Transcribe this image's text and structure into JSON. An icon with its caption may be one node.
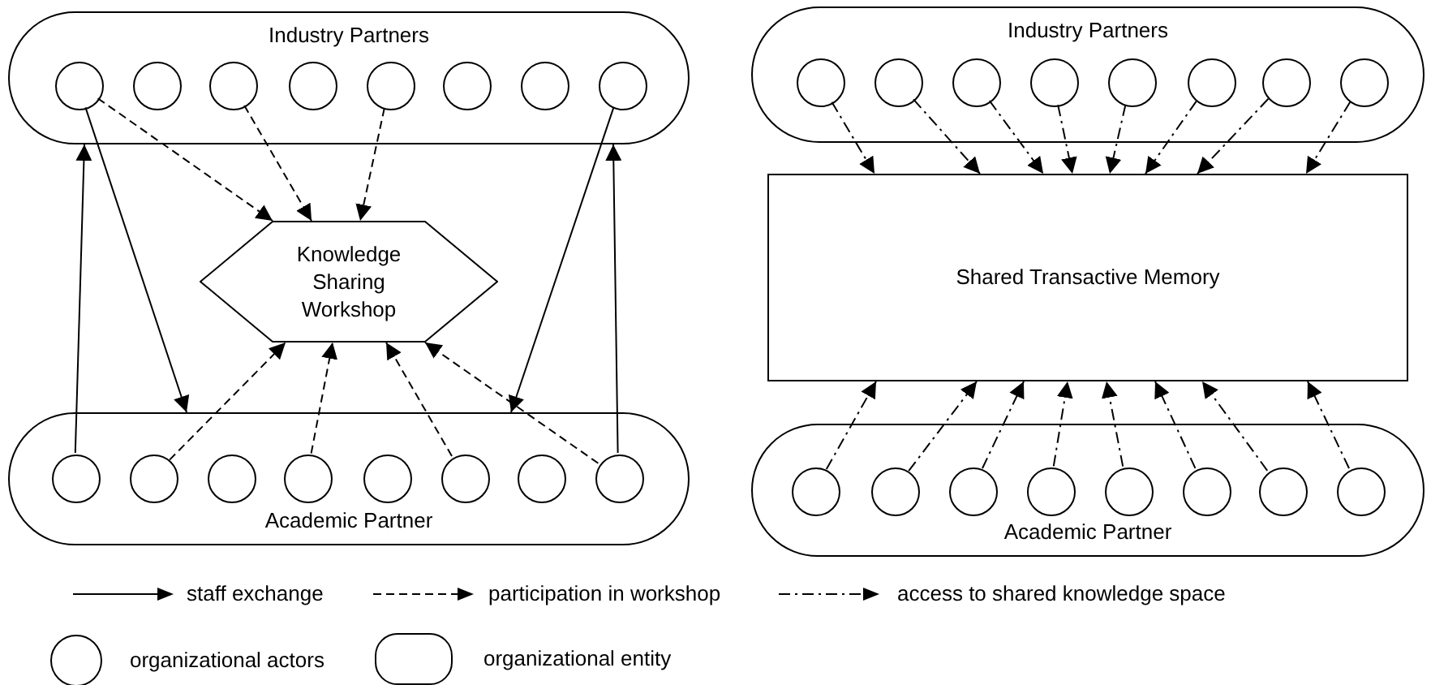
{
  "diagram": {
    "nodes": [
      {
        "text": [
          "Industry Partners"
        ]
      },
      {
        "text": [],
        "shape": "circle",
        "in": 0
      },
      {
        "text": [],
        "shape": "circle",
        "in": 0
      },
      {
        "text": [],
        "shape": "circle",
        "in": 0
      },
      {
        "text": [],
        "shape": "circle",
        "in": 0
      },
      {
        "text": [],
        "shape": "circle",
        "in": 0
      },
      {
        "text": [],
        "shape": "circle",
        "in": 0
      },
      {
        "text": [],
        "shape": "circle",
        "in": 0
      },
      {
        "text": [],
        "shape": "circle",
        "in": 0
      },
      {
        "text": [
          "Knowledge Sharing Workshop"
        ]
      },
      {
        "text": [
          "Academic Partner"
        ]
      },
      {
        "text": [],
        "shape": "circle",
        "in": 10
      },
      {
        "text": [],
        "shape": "circle",
        "in": 10
      },
      {
        "text": [],
        "shape": "circle",
        "in": 10
      },
      {
        "text": [],
        "shape": "circle",
        "in": 10
      },
      {
        "text": [],
        "shape": "circle",
        "in": 10
      },
      {
        "text": [],
        "shape": "circle",
        "in": 10
      },
      {
        "text": [],
        "shape": "circle",
        "in": 10
      },
      {
        "text": [],
        "shape": "circle",
        "in": 10
      },
      {
        "text": [
          "Industry Partners"
        ]
      },
      {
        "text": [],
        "shape": "circle",
        "in": 19
      },
      {
        "text": [],
        "shape": "circle",
        "in": 19
      },
      {
        "text": [],
        "shape": "circle",
        "in": 19
      },
      {
        "text": [],
        "shape": "circle",
        "in": 19
      },
      {
        "text": [],
        "shape": "circle",
        "in": 19
      },
      {
        "text": [],
        "shape": "circle",
        "in": 19
      },
      {
        "text": [],
        "shape": "circle",
        "in": 19
      },
      {
        "text": [],
        "shape": "circle",
        "in": 19
      },
      {
        "text": [
          "Shared Transactive Memory"
        ]
      },
      {
        "text": [
          "Academic Partner"
        ]
      },
      {
        "text": [],
        "shape": "circle",
        "in": 29
      },
      {
        "text": [],
        "shape": "circle",
        "in": 29
      },
      {
        "text": [],
        "shape": "circle",
        "in": 29
      },
      {
        "text": [],
        "shape": "circle",
        "in": 29
      },
      {
        "text": [],
        "shape": "circle",
        "in": 29
      },
      {
        "text": [],
        "shape": "circle",
        "in": 29
      },
      {
        "text": [],
        "shape": "circle",
        "in": 29
      },
      {
        "text": [],
        "shape": "circle",
        "in": 29
      }
    ],
    "edges": [
      {
        "from": 1,
        "to": 10,
        "arrow": "to"
      },
      {
        "from": 8,
        "to": 10,
        "arrow": "to"
      },
      {
        "from": 11,
        "to": 0,
        "arrow": "to"
      },
      {
        "from": 18,
        "to": 0,
        "arrow": "to"
      },
      {
        "from": 1,
        "to": 9,
        "arrow": "to",
        "style": "dashed"
      },
      {
        "from": 3,
        "to": 9,
        "arrow": "to",
        "style": "dashed"
      },
      {
        "from": 5,
        "to": 9,
        "arrow": "to",
        "style": "dashed"
      },
      {
        "from": 12,
        "to": 9,
        "arrow": "to",
        "style": "dashed"
      },
      {
        "from": 14,
        "to": 9,
        "arrow": "to",
        "style": "dashed"
      },
      {
        "from": 16,
        "to": 9,
        "arrow": "to",
        "style": "dashed"
      },
      {
        "from": 18,
        "to": 9,
        "arrow": "to",
        "style": "dashed"
      },
      {
        "from": 20,
        "to": 28,
        "arrow": "to",
        "style": "dashed"
      },
      {
        "from": 21,
        "to": 28,
        "arrow": "to",
        "style": "dashed"
      },
      {
        "from": 22,
        "to": 28,
        "arrow": "to",
        "style": "dashed"
      },
      {
        "from": 23,
        "to": 28,
        "arrow": "to",
        "style": "dashed"
      },
      {
        "from": 24,
        "to": 28,
        "arrow": "to",
        "style": "dashed"
      },
      {
        "from": 25,
        "to": 28,
        "arrow": "to",
        "style": "dashed"
      },
      {
        "from": 26,
        "to": 28,
        "arrow": "to",
        "style": "dashed"
      },
      {
        "from": 27,
        "to": 28,
        "arrow": "to",
        "style": "dashed"
      },
      {
        "from": 30,
        "to": 28,
        "arrow": "to",
        "style": "dashed"
      },
      {
        "from": 31,
        "to": 28,
        "arrow": "to",
        "style": "dashed"
      },
      {
        "from": 32,
        "to": 28,
        "arrow": "to",
        "style": "dashed"
      },
      {
        "from": 33,
        "to": 28,
        "arrow": "to",
        "style": "dashed"
      },
      {
        "from": 34,
        "to": 28,
        "arrow": "to",
        "style": "dashed"
      },
      {
        "from": 35,
        "to": 28,
        "arrow": "to",
        "style": "dashed"
      },
      {
        "from": 36,
        "to": 28,
        "arrow": "to",
        "style": "dashed"
      },
      {
        "from": 37,
        "to": 28,
        "arrow": "to",
        "style": "dashed"
      }
    ],
    "legend": [
      {
        "text": "staff exchange"
      },
      {
        "text": "participation in workshop"
      },
      {
        "text": "access to shared knowledge space"
      },
      {
        "text": "organizational actors"
      },
      {
        "text": "organizational entity"
      }
    ]
  }
}
